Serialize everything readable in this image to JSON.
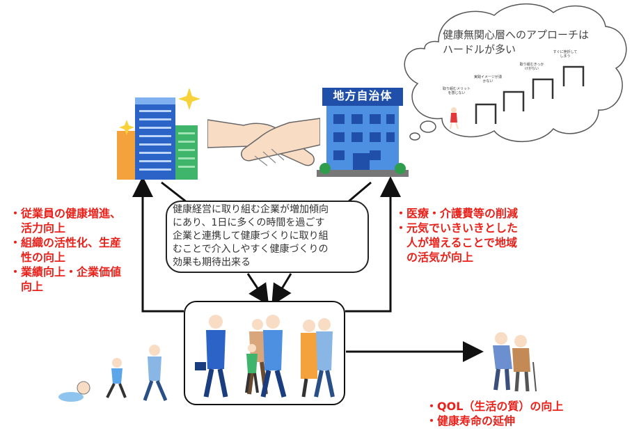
{
  "bubble": {
    "lines": [
      "健康無関心層へのアプローチは",
      "ハードルが多い"
    ],
    "hurdles": [
      "取り組むメリットを感じない",
      "実践イメージが湧かない",
      "取り組むきっかけがない",
      "すぐに挫折してしまう"
    ]
  },
  "government_sign": "地方自治体",
  "left_benefits": {
    "lines": [
      "・従業員の健康増進、",
      "　活力向上",
      "・組織の活性化、生産",
      "　性の向上",
      "・業績向上・企業価値",
      "　向上"
    ]
  },
  "right_benefits": {
    "lines": [
      "・医療・介護費等の削減",
      "・元気でいきいきとした",
      "　人が増えることで地域",
      "　の活気が向上"
    ]
  },
  "center_box": {
    "lines": [
      "健康経営に取り組む企業が増加傾向",
      "にあり、1日に多くの時間を過ごす",
      "企業と連携して健康づくりに取り組",
      "むことで介入しやすく健康づくりの",
      "効果も期待出来る"
    ]
  },
  "outcomes": {
    "lines": [
      "・QOL（生活の質）の向上",
      "・健康寿命の延伸"
    ]
  },
  "colors": {
    "accent_red": "#e8221b",
    "building_blue": "#2b63c6",
    "skin": "#f9dcc4"
  }
}
